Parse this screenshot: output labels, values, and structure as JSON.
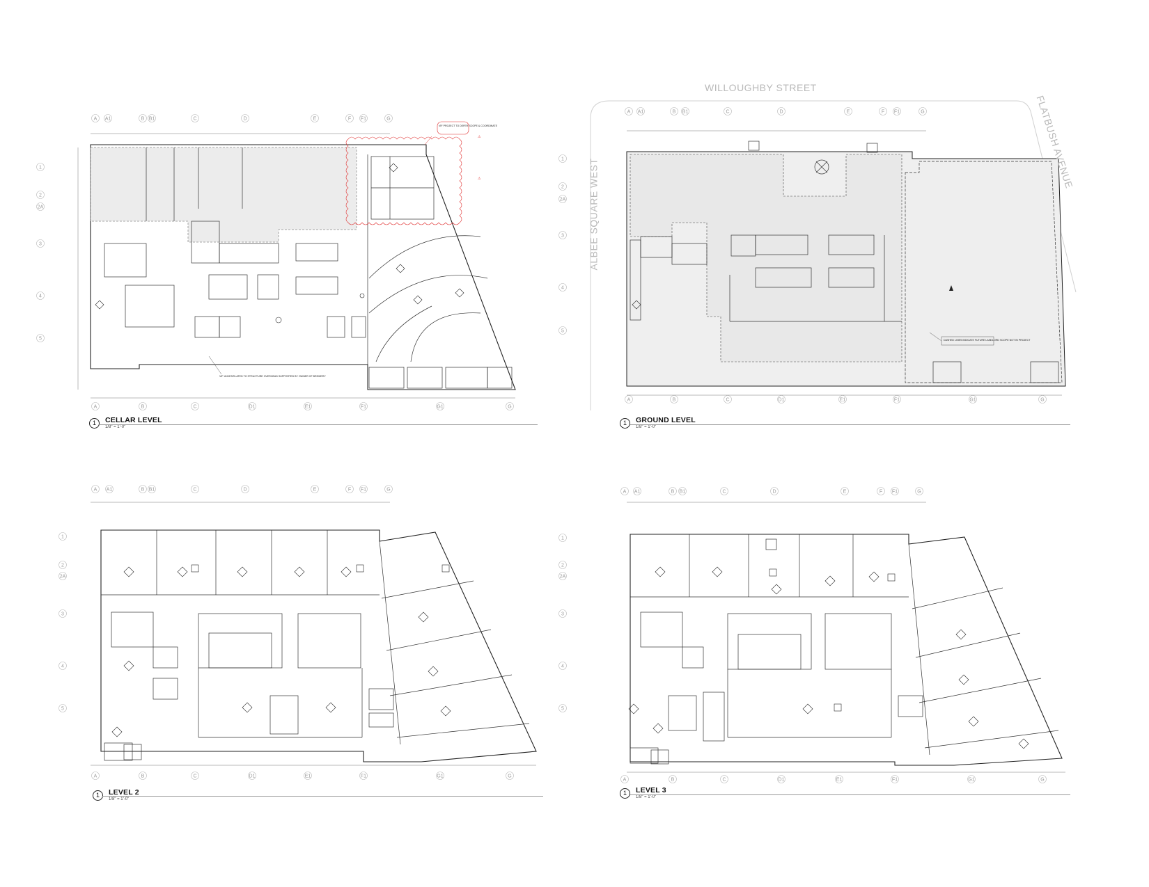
{
  "sheet": {
    "plans": [
      {
        "id": "cellar",
        "number": "1",
        "title": "CELLAR LEVEL",
        "scale": "1/8\" = 1'-0\""
      },
      {
        "id": "ground",
        "number": "1",
        "title": "GROUND LEVEL",
        "scale": "1/8\" = 1'-0\""
      },
      {
        "id": "level2",
        "number": "1",
        "title": "LEVEL 2",
        "scale": "1/8\" = 1'-0\""
      },
      {
        "id": "level3",
        "number": "1",
        "title": "LEVEL 3",
        "scale": "1/8\" = 1'-0\""
      }
    ],
    "streets": {
      "north": "WILLOUGHBY STREET",
      "east": "FLATBUSH AVENUE",
      "west": "ALBEE SQUARE WEST"
    },
    "grid_columns_top": [
      "A",
      "A1",
      "B",
      "B1",
      "C",
      "D",
      "E",
      "F",
      "F1",
      "G"
    ],
    "grid_columns_bottom": [
      "A",
      "B",
      "C",
      "D1",
      "E1",
      "F1",
      "G1",
      "G"
    ],
    "grid_rows": [
      "1",
      "2",
      "2A",
      "3",
      "4",
      "5"
    ],
    "notes": {
      "cellar_cloud": "VIF PROJECT TO DEFER SCOPE & COORDINATE",
      "cellar_slab": "VIF UNVENTILATED TO STRUCTURE OVERHEAD SUPPORTED BY OWNER OF BREWERY",
      "ground_note": "DASHED LINES INDICATE FUTURE LANDLORD SCOPE NOT IN PROJECT"
    },
    "colors": {
      "line": "#222222",
      "grid": "#9a9a9a",
      "hatch": "#e6e6e6",
      "revision": "#e03030",
      "street_label": "#b9b9b9"
    }
  }
}
